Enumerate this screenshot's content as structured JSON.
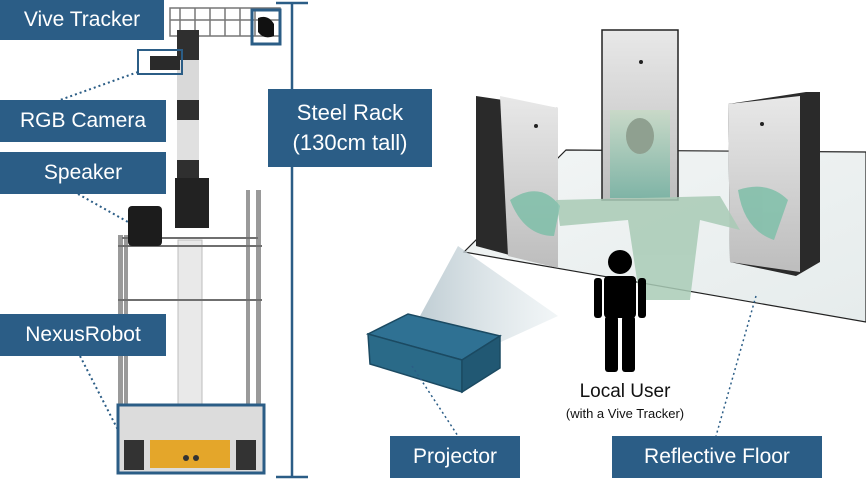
{
  "labels": {
    "vive_tracker": "Vive Tracker",
    "rgb_camera": "RGB Camera",
    "speaker": "Speaker",
    "nexus_robot": "NexusRobot",
    "steel_rack_line1": "Steel Rack",
    "steel_rack_line2": "(130cm tall)",
    "projector": "Projector",
    "reflective_floor": "Reflective Floor",
    "local_user": "Local User",
    "local_user_sub": "(with a Vive Tracker)"
  },
  "colors": {
    "label_bg": "#2b5d86",
    "label_text": "#ffffff",
    "projector_box": "#2a6a88",
    "person": "#000000"
  }
}
